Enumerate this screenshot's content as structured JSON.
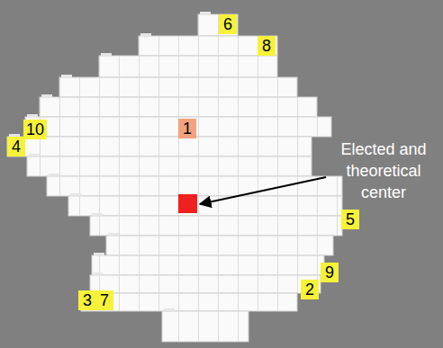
{
  "diagram": {
    "labels": [
      "6",
      "8",
      "1",
      "10",
      "4",
      "Elected and theoretical center",
      "5",
      "9",
      "2",
      "3",
      "7"
    ]
  }
}
